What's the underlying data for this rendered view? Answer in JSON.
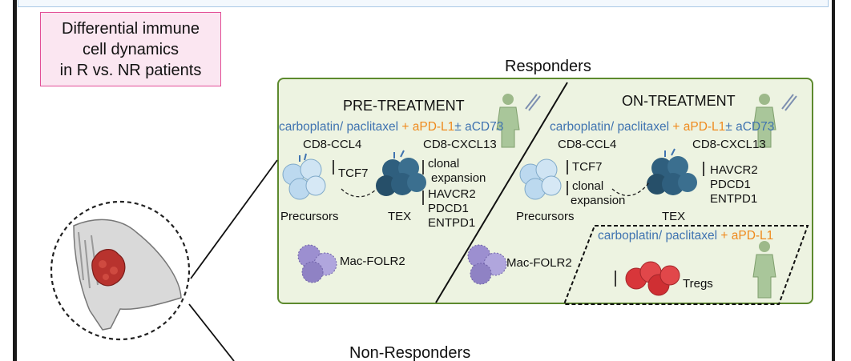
{
  "title_box": {
    "line1": "Differential immune",
    "line2": "cell dynamics",
    "line3": "in R vs. NR patients"
  },
  "responders_label": "Responders",
  "non_responders_label": "Non-Responders",
  "pre": {
    "heading": "PRE-TREATMENT",
    "drug_a": "carboplatin/ paclitaxel",
    "drug_b": "+ aPD-L1",
    "drug_c": "± aCD73",
    "cd8_ccl4": "CD8-CCL4",
    "cd8_cxcl13": "CD8-CXCL13",
    "tcf7": "TCF7",
    "clonal": "clonal",
    "expansion": "expansion",
    "havcr2": "HAVCR2",
    "pdcd1": "PDCD1",
    "entpd1": "ENTPD1",
    "precursors": "Precursors",
    "tex": "TEX",
    "mac": "Mac-FOLR2"
  },
  "on": {
    "heading": "ON-TREATMENT",
    "drug_a": "carboplatin/ paclitaxel",
    "drug_b": "+ aPD-L1",
    "drug_c": "± aCD73",
    "cd8_ccl4": "CD8-CCL4",
    "cd8_cxcl13": "CD8-CXCL13",
    "tcf7": "TCF7",
    "clonal": "clonal",
    "expansion": "expansion",
    "havcr2": "HAVCR2",
    "pdcd1": "PDCD1",
    "entpd1": "ENTPD1",
    "precursors": "Precursors",
    "tex": "TEX",
    "mac": "Mac-FOLR2"
  },
  "treg_box": {
    "drug_a": "carboplatin/ paclitaxel",
    "drug_b": "+ aPD-L1",
    "tregs": "Tregs"
  },
  "colors": {
    "drug_teal": "#3f73b0",
    "drug_orange": "#ef8a1d",
    "panel_fill": "#edf3e1",
    "panel_border": "#5d8a2e",
    "title_fill": "#fbe6f1",
    "title_border": "#e24f97",
    "precursor_cell": "#bcd9ef",
    "tex_cell": "#2f5f7e",
    "mac_cell": "#9c8fd0",
    "treg_cell": "#d8363a",
    "tumor": "#b8332e"
  },
  "icons": [
    "breast-anatomy-icon",
    "patient-icon",
    "syringe-icon",
    "precursor-cells-icon",
    "tex-cells-icon",
    "macrophage-icon",
    "treg-cells-icon",
    "up-arrow-icon",
    "dashed-arrow-icon"
  ]
}
